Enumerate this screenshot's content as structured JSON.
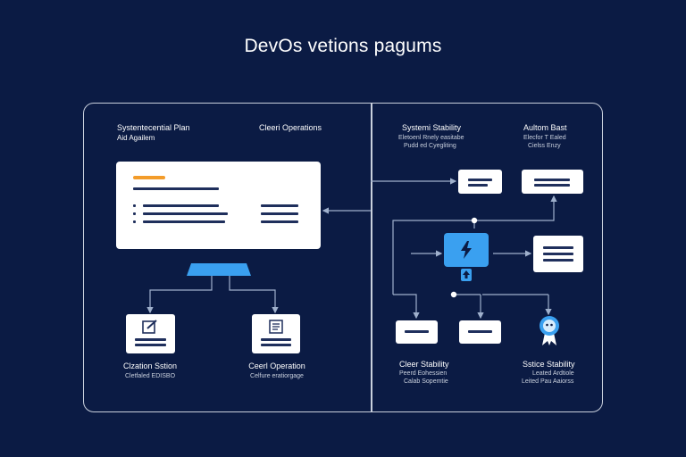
{
  "title": "DevOs vetions pagums",
  "left_panel": {
    "heading_1": "Systentecential Plan",
    "heading_1_sub": "Aid Agailem",
    "heading_2": "Cleeri Operations",
    "node_1_title": "Clzation Sstion",
    "node_1_sub": "Cletfaled EDISBO",
    "node_2_title": "Ceerl Operation",
    "node_2_sub": "Celfure eratiorgage"
  },
  "right_panel": {
    "heading_1": "Systemi Stability",
    "heading_1_lines": [
      "Eletoenl Rnely easitabe",
      "Pudd ed Cyegliting"
    ],
    "heading_2": "Aultom Bast",
    "heading_2_lines": [
      "Elecfor T Ealed",
      "Cielss Enzy"
    ],
    "bottom_1_title": "Cleer Stability",
    "bottom_1_lines": [
      "Peerd Eohessien",
      "Calab Sopemtie"
    ],
    "bottom_2_title": "Sstice Stability",
    "bottom_2_lines": [
      "Leated Ardtiole",
      "Leited Pau Aaiorss"
    ]
  },
  "colors": {
    "background": "#0b1b44",
    "accent_orange": "#f39c2a",
    "accent_blue": "#3aa0f0",
    "card": "#ffffff",
    "line": "#9fb0cc"
  },
  "icons": {
    "hub": "lightning-bolt-icon",
    "node_1": "edit-pencil-icon",
    "node_2": "document-icon",
    "badge": "award-badge-icon"
  }
}
